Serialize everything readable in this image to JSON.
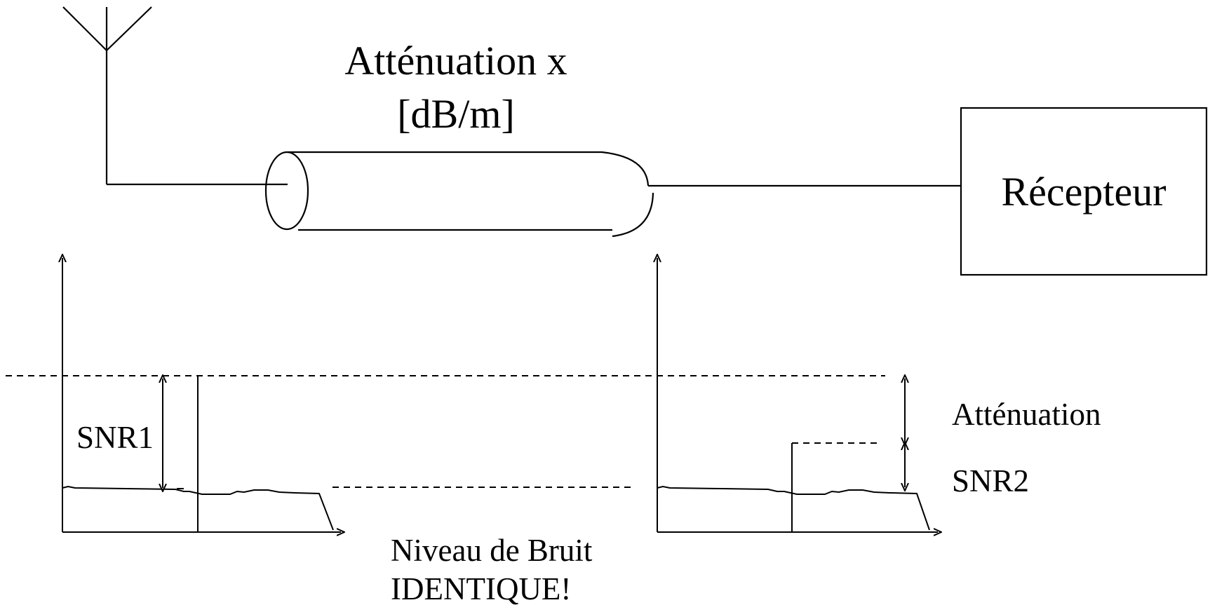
{
  "cable": {
    "label_line1": "Atténuation x",
    "label_line2": "[dB/m]"
  },
  "receiver": {
    "label": "Récepteur"
  },
  "left_spectrum": {
    "snr_label": "SNR1"
  },
  "right_spectrum": {
    "attenuation_label": "Atténuation",
    "snr_label": "SNR2"
  },
  "noise_note": {
    "line1": "Niveau de Bruit",
    "line2": "IDENTIQUE!"
  }
}
